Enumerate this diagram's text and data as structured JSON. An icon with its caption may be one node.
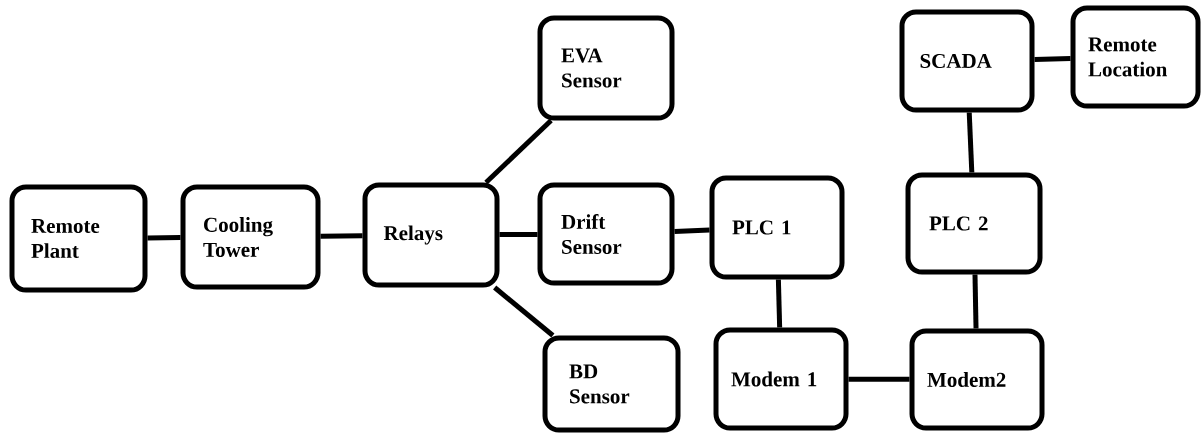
{
  "diagram": {
    "nodes": [
      {
        "text": [
          "Remote Plant"
        ]
      },
      {
        "text": [
          "Cooling Tower"
        ]
      },
      {
        "text": [
          "Relays"
        ]
      },
      {
        "text": [
          "EVA Sensor"
        ]
      },
      {
        "text": [
          "Drift Sensor"
        ]
      },
      {
        "text": [
          "BD Sensor"
        ]
      },
      {
        "text": [
          "PLC 1"
        ]
      },
      {
        "text": [
          "Modem 1"
        ]
      },
      {
        "text": [
          "SCADA"
        ]
      },
      {
        "text": [
          "Remote Location"
        ]
      },
      {
        "text": [
          "PLC 2"
        ]
      },
      {
        "text": [
          "Modem2"
        ]
      }
    ],
    "edges": [
      {
        "from": 0,
        "to": 1,
        "arrow": "none"
      },
      {
        "from": 1,
        "to": 2,
        "arrow": "none"
      },
      {
        "from": 2,
        "to": 3,
        "arrow": "none"
      },
      {
        "from": 2,
        "to": 4,
        "arrow": "none"
      },
      {
        "from": 2,
        "to": 5,
        "arrow": "none"
      },
      {
        "from": 4,
        "to": 6,
        "arrow": "none"
      },
      {
        "from": 6,
        "to": 7,
        "arrow": "none"
      },
      {
        "from": 7,
        "to": 11,
        "arrow": "none"
      },
      {
        "from": 11,
        "to": 10,
        "arrow": "none"
      },
      {
        "from": 10,
        "to": 8,
        "arrow": "none"
      },
      {
        "from": 8,
        "to": 9,
        "arrow": "none"
      }
    ]
  }
}
